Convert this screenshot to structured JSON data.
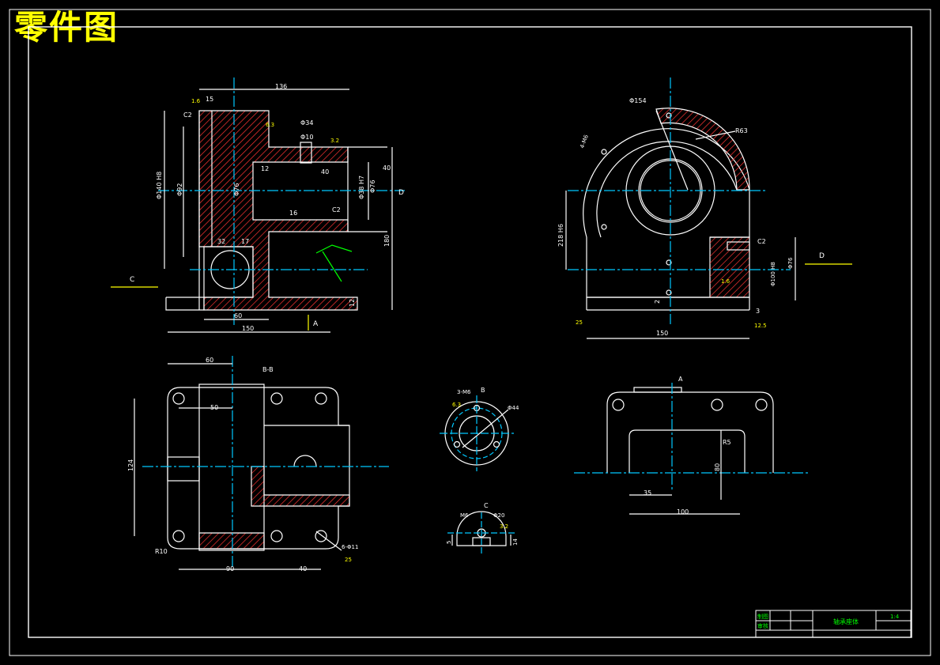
{
  "page_title": "零件图",
  "views": {
    "section_label_bb": "B-B",
    "section_label_d": "D",
    "arrow_c": "C",
    "arrow_a": "A",
    "arrow_d": "D",
    "view_a_label": "A",
    "view_b_label": "B",
    "view_c_label": "C"
  },
  "dims": {
    "d136": "136",
    "d15": "15",
    "dc2a": "C2",
    "d634": "Φ34",
    "d610": "Φ10",
    "d40a": "40",
    "d40b": "40",
    "d6140": "Φ140 H8",
    "d92": "Φ92",
    "d76": "Φ76",
    "d12": "12",
    "d16": "16",
    "dc2b": "C2",
    "d638": "Φ38 H7",
    "d76b": "Φ76",
    "d32": "32",
    "d17": "17",
    "d180": "180",
    "d60a": "60",
    "d150a": "150",
    "d12b": "12",
    "d6154": "Φ154",
    "d4m6": "4-M6",
    "dr63": "R63",
    "d218": "218 H6",
    "dc2c": "C2",
    "d6100": "Φ100 H8",
    "d6f": "Φ76",
    "d150b": "150",
    "d2": "2",
    "d3": "3",
    "d60b": "60",
    "d50": "50",
    "d124": "124",
    "dr10": "R10",
    "d90": "90",
    "d40c": "40",
    "d6m11": "6-Φ11",
    "d3m6": "3-M6",
    "d644": "Φ44",
    "dm6": "M6",
    "d620": "Φ20",
    "d5": "5",
    "d14": "14",
    "dr5": "R5",
    "d80": "80",
    "d35": "35",
    "d100": "100",
    "rough_a": "6.3",
    "rough_b": "12.5",
    "rough_c": "3.2",
    "rough_d": "1.6",
    "rough_e": "25"
  },
  "title_block": {
    "row1_label": "制图",
    "row2_label": "审核",
    "part_name": "轴承座体",
    "scale": "1:4"
  },
  "colors": {
    "outline": "#ffffff",
    "frame": "#ffffff",
    "centerline": "#00c8ff",
    "dimension": "#ffffff",
    "hatch": "#ff3333",
    "roughness": "#ffff00",
    "title": "#ffff00",
    "titleblock_text": "#00ff00",
    "leader": "#00ff00"
  }
}
